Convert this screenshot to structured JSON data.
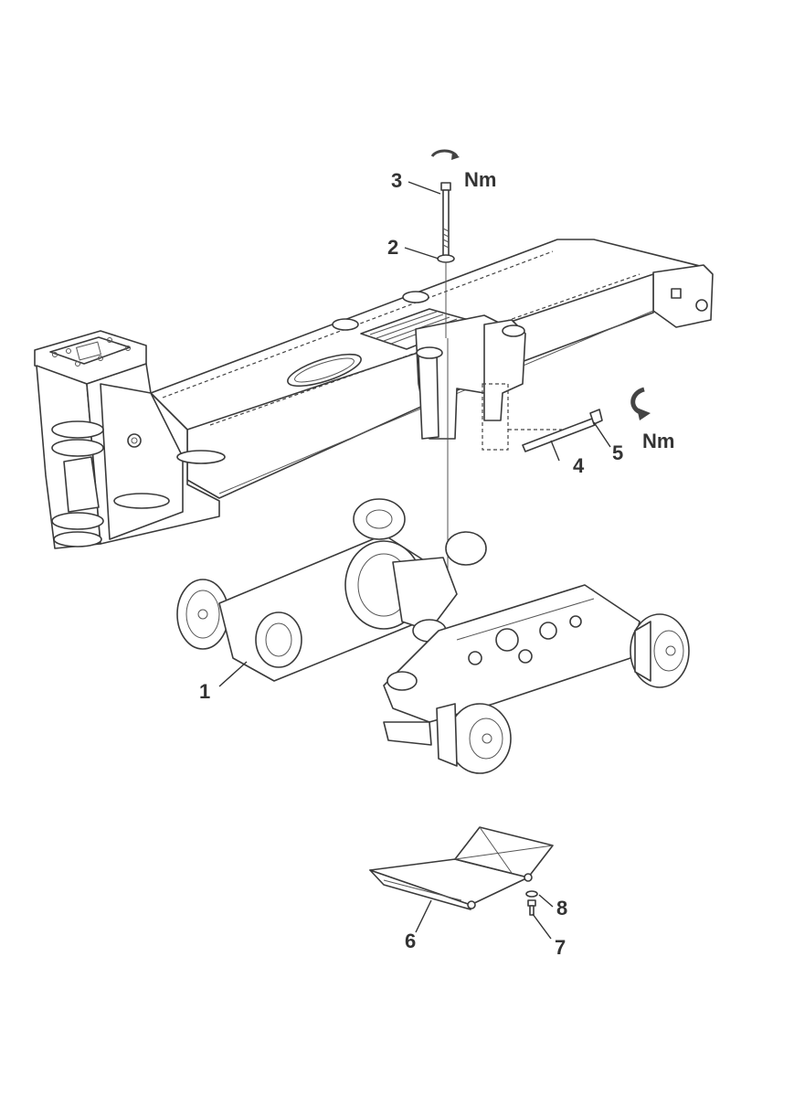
{
  "diagram": {
    "callouts": [
      {
        "id": "1",
        "label": "1"
      },
      {
        "id": "2",
        "label": "2"
      },
      {
        "id": "3",
        "label": "3"
      },
      {
        "id": "4",
        "label": "4"
      },
      {
        "id": "5",
        "label": "5"
      },
      {
        "id": "6",
        "label": "6"
      },
      {
        "id": "7",
        "label": "7"
      },
      {
        "id": "8",
        "label": "8"
      }
    ],
    "torque_labels": [
      "Nm",
      "Nm"
    ],
    "icons": [
      "torque-arrow-icon",
      "torque-arrow-icon"
    ]
  }
}
